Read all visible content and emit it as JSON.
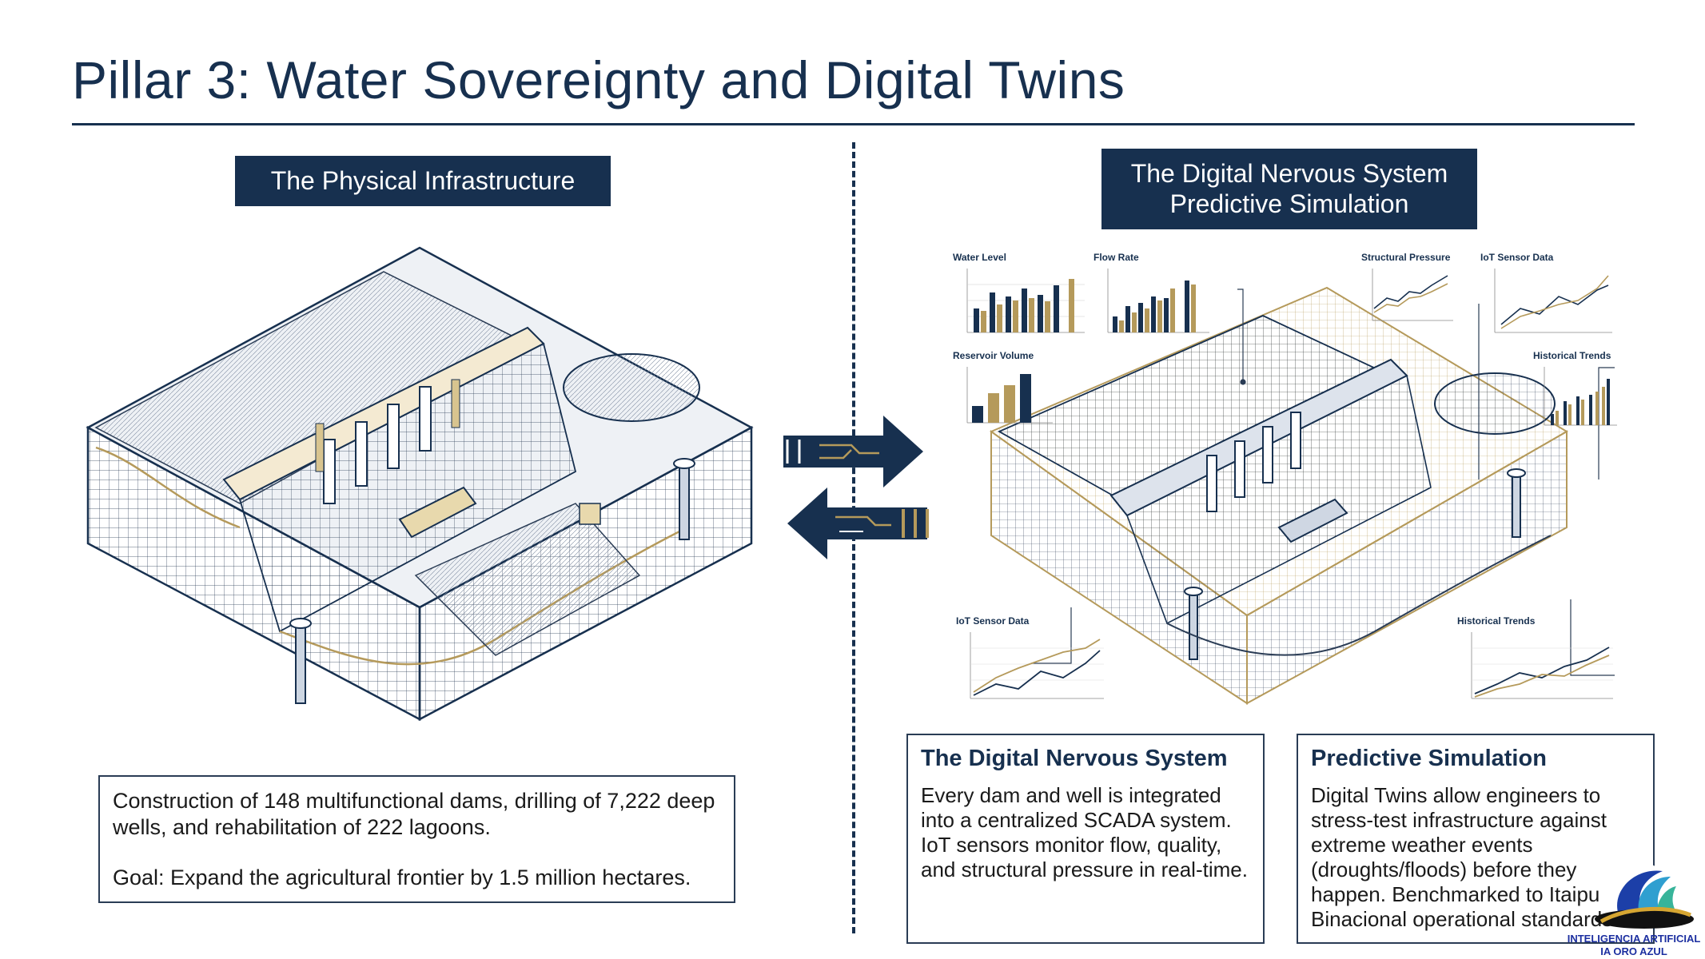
{
  "title": "Pillar 3: Water Sovereignty and Digital Twins",
  "left": {
    "label": "The Physical Infrastructure",
    "body_line1": "Construction of 148 multifunctional dams, drilling of 7,222 deep wells, and rehabilitation of 222 lagoons.",
    "body_line2": "Goal: Expand the agricultural frontier by 1.5 million hectares."
  },
  "right": {
    "label_line1": "The Digital Nervous System",
    "label_line2": "Predictive Simulation",
    "panels": {
      "water_level": "Water Level",
      "flow_rate": "Flow Rate",
      "structural_pressure": "Structural Pressure",
      "iot_sensor_top": "IoT Sensor Data",
      "reservoir_volume": "Reservoir Volume",
      "historical_trends_top": "Historical Trends",
      "iot_sensor_bottom": "IoT Sensor Data",
      "historical_trends_bottom": "Historical Trends"
    },
    "nervous_box": {
      "title": "The Digital Nervous System",
      "body": "Every dam and well is integrated into a centralized SCADA system. IoT sensors monitor flow, quality, and structural pressure in real-time."
    },
    "predictive_box": {
      "title": "Predictive Simulation",
      "body": "Digital Twins allow engineers to stress-test infrastructure against extreme weather events (droughts/floods) before they happen. Benchmarked to Itaipu Binacional operational standards."
    }
  },
  "logo": {
    "line1": "INTELIGENCIA ARTIFICIAL",
    "line2": "IA ORO AZUL"
  },
  "colors": {
    "navy": "#17304f",
    "gold": "#b59a5b",
    "line": "#2a3c55"
  }
}
